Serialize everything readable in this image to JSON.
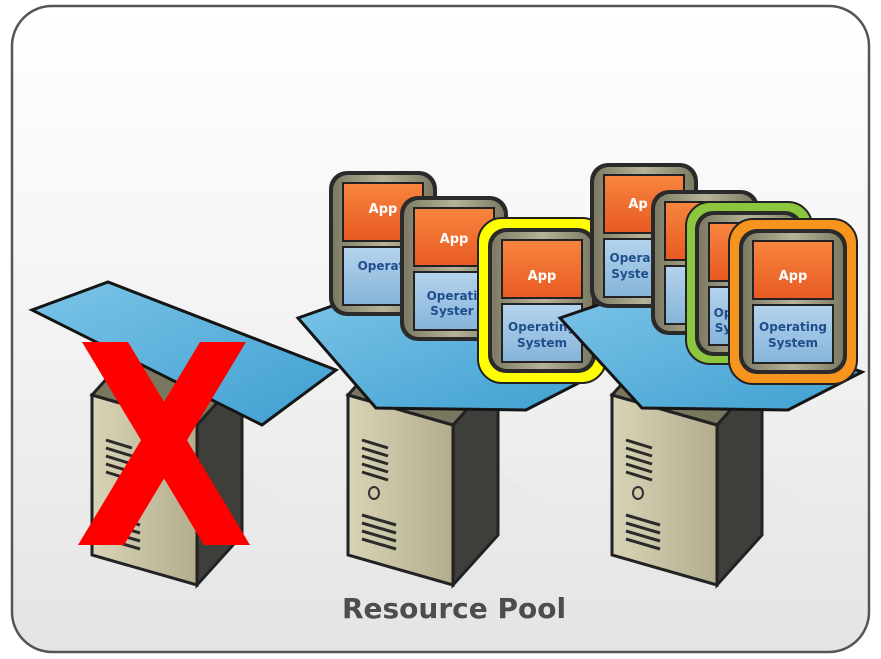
{
  "diagram": {
    "caption": "Resource Pool",
    "vm_app_label": "App",
    "vm_os_label_line1": "Operating",
    "vm_os_label_line2": "System",
    "partial_os_a": "Operati",
    "partial_os_b": "Syster",
    "partial_os_c": "Opera",
    "partial_os_d": "Syste",
    "partial_os_e": "Op",
    "partial_os_f": "Sy",
    "partial_app_g": "Ap",
    "colors": {
      "panel_bg_top": "#ffffff",
      "panel_bg_bottom": "#e6e6e6",
      "platform_blue": "#4ea9d6",
      "app_orange": "#f06a2e",
      "os_blue": "#9cc3e2",
      "highlight_yellow": "#ffff00",
      "highlight_green": "#8cc63f",
      "highlight_orange": "#f7941d",
      "failure_red": "#ff0000",
      "server_tan": "#bdb79a"
    }
  }
}
